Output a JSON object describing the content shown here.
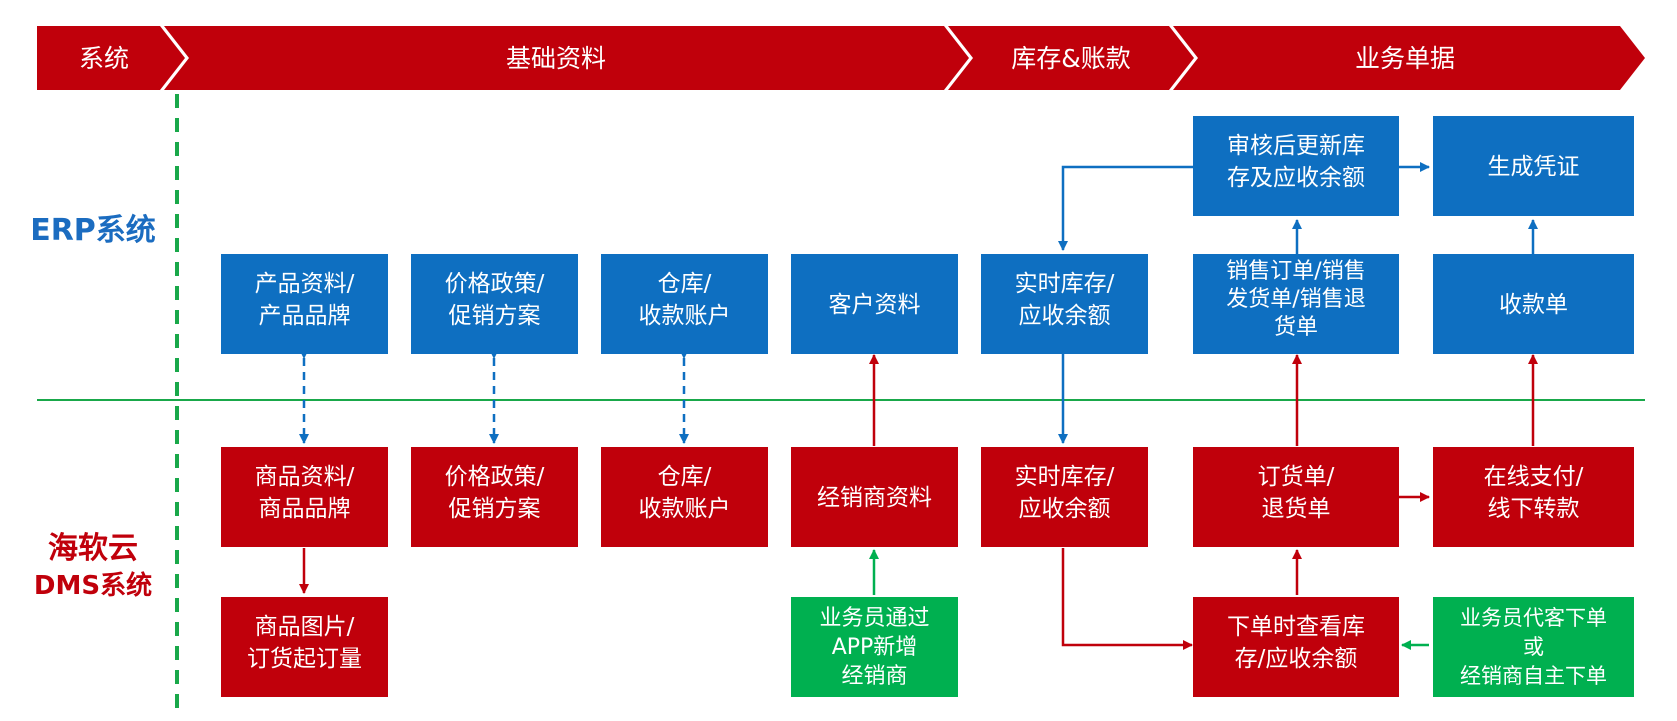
{
  "colors": {
    "erp_blue": "#0e6fc1",
    "dms_red": "#c0000b",
    "app_green": "#00b050",
    "divider_green": "#19a84a",
    "title_blue": "#1b6cc0",
    "title_red": "#c0000b"
  },
  "header": {
    "stages": [
      "系统",
      "基础资料",
      "库存&账款",
      "业务单据"
    ]
  },
  "systems": {
    "erp_label": "ERP系统",
    "dms_label_line1": "海软云",
    "dms_label_line2": "DMS系统"
  },
  "nodes": {
    "erp_product": {
      "lines": [
        "产品资料/",
        "产品品牌"
      ]
    },
    "erp_price": {
      "lines": [
        "价格政策/",
        "促销方案"
      ]
    },
    "erp_warehouse": {
      "lines": [
        "仓库/",
        "收款账户"
      ]
    },
    "erp_customer": {
      "lines": [
        "客户资料"
      ]
    },
    "erp_inventory": {
      "lines": [
        "实时库存/",
        "应收余额"
      ]
    },
    "erp_sales": {
      "lines": [
        "销售订单/销售",
        "发货单/销售退",
        "货单"
      ]
    },
    "erp_audit": {
      "lines": [
        "审核后更新库",
        "存及应收余额"
      ]
    },
    "erp_voucher": {
      "lines": [
        "生成凭证"
      ]
    },
    "erp_receipt": {
      "lines": [
        "收款单"
      ]
    },
    "dms_goods": {
      "lines": [
        "商品资料/",
        "商品品牌"
      ]
    },
    "dms_price": {
      "lines": [
        "价格政策/",
        "促销方案"
      ]
    },
    "dms_warehouse": {
      "lines": [
        "仓库/",
        "收款账户"
      ]
    },
    "dms_dealer": {
      "lines": [
        "经销商资料"
      ]
    },
    "dms_inventory": {
      "lines": [
        "实时库存/",
        "应收余额"
      ]
    },
    "dms_order": {
      "lines": [
        "订货单/",
        "退货单"
      ]
    },
    "dms_payment": {
      "lines": [
        "在线支付/",
        "线下转款"
      ]
    },
    "dms_image": {
      "lines": [
        "商品图片/",
        "订货起订量"
      ]
    },
    "dms_check": {
      "lines": [
        "下单时查看库",
        "存/应收余额"
      ]
    },
    "app_add_dealer": {
      "lines": [
        "业务员通过",
        "APP新增",
        "经销商"
      ]
    },
    "app_place_order": {
      "lines": [
        "业务员代客下单",
        "或",
        "经销商自主下单"
      ]
    }
  }
}
